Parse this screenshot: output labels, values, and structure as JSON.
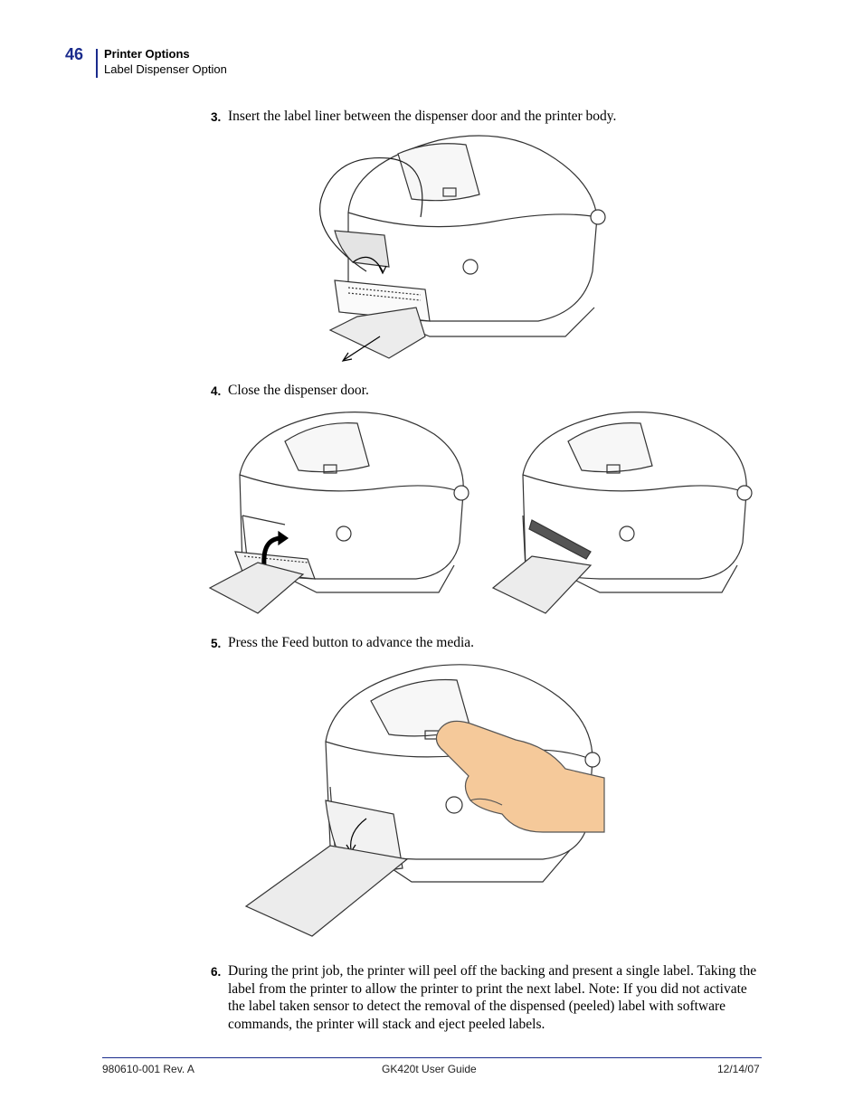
{
  "header": {
    "page_number": "46",
    "section": "Printer Options",
    "subsection": "Label Dispenser Option"
  },
  "steps": [
    {
      "number": "3.",
      "text": "Insert the label liner between the dispenser door and the printer body."
    },
    {
      "number": "4.",
      "text": "Close the dispenser door."
    },
    {
      "number": "5.",
      "text": "Press the Feed button to advance the media."
    },
    {
      "number": "6.",
      "text": "During the print job, the printer will peel off the backing and present a single label. Taking the label from the printer to allow the printer to print the next label. Note: If you did not activate the label taken sensor to detect the removal of the dispensed (peeled) label with software commands, the printer will stack and eject peeled labels."
    }
  ],
  "footer": {
    "left": "980610-001 Rev. A",
    "center": "GK420t User Guide",
    "right": "12/14/07"
  },
  "colors": {
    "accent": "#1a2b8c",
    "media": "#ececec",
    "hand": "#f5c99a"
  }
}
